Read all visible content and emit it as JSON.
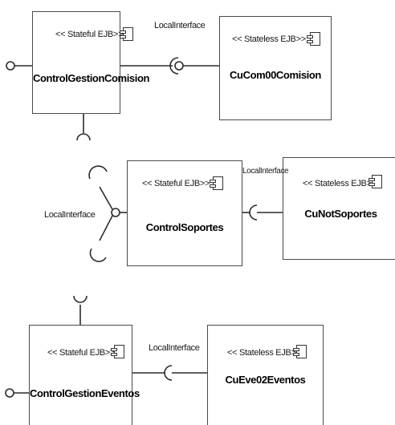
{
  "components": [
    {
      "id": "control-gestion-comision",
      "stereotype": "<< Stateful EJB>>",
      "name": "ControlGestionComision"
    },
    {
      "id": "cu-com00-comision",
      "stereotype": "<< Stateless EJB>>",
      "name": "CuCom00Comision"
    },
    {
      "id": "control-soportes",
      "stereotype": "<< Stateful EJB>>",
      "name": "ControlSoportes"
    },
    {
      "id": "cu-not-soportes",
      "stereotype": "<< Stateless EJB>>",
      "name": "CuNotSoportes"
    },
    {
      "id": "control-gestion-eventos",
      "stereotype": "<< Stateful EJB>>",
      "name": "ControlGestionEventos"
    },
    {
      "id": "cu-eve02-eventos",
      "stereotype": "<< Stateless EJB>>",
      "name": "CuEve02Eventos"
    }
  ],
  "interface_labels": [
    "LocalInterface",
    "LocalInterface",
    "LocalInterface",
    "LocalInterface"
  ]
}
